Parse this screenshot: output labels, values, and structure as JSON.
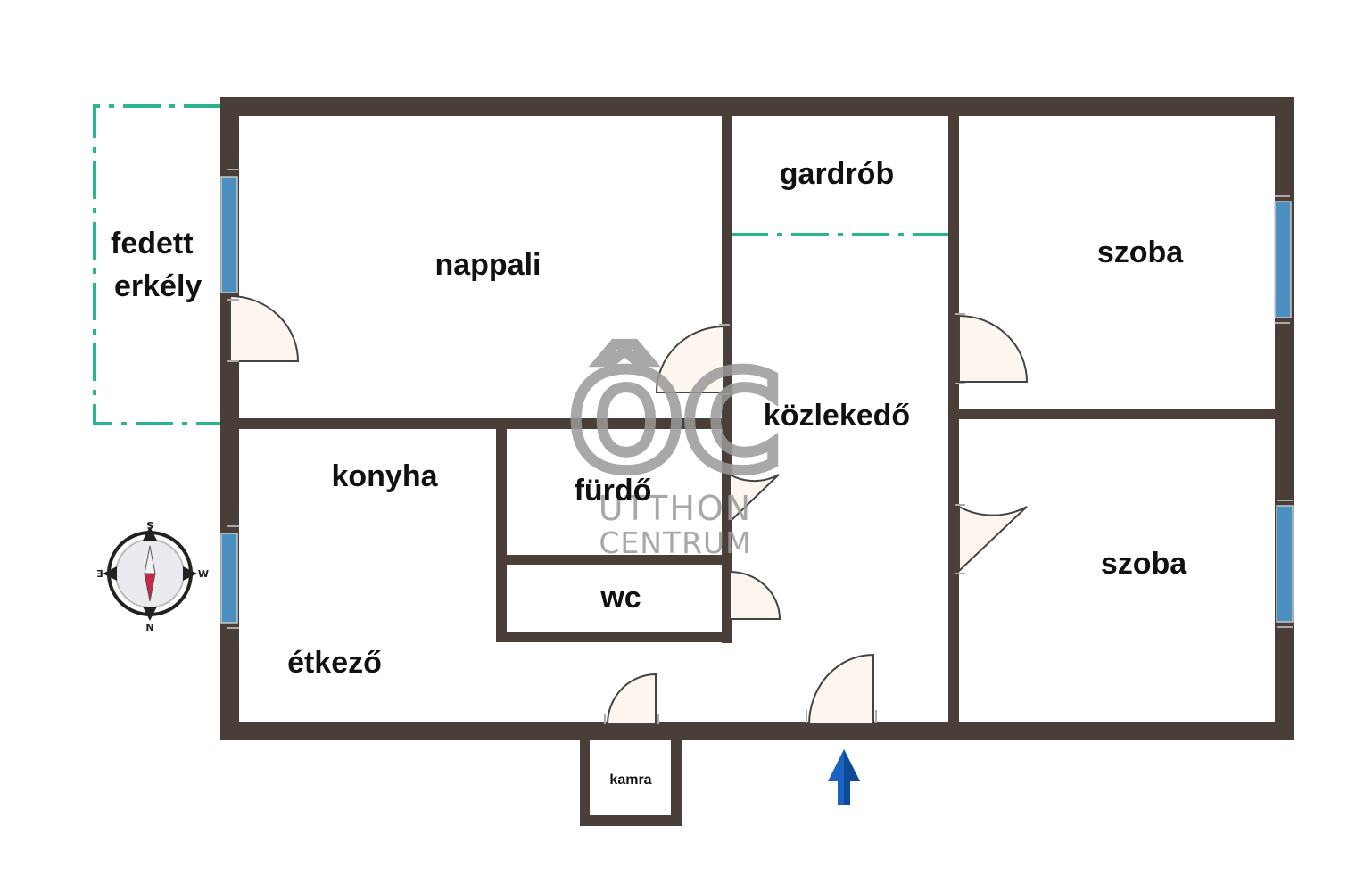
{
  "rooms": {
    "fedett_erkely_line1": "fedett",
    "fedett_erkely_line2": "erkély",
    "nappali": "nappali",
    "gardrob": "gardrób",
    "kozlekedo": "közlekedő",
    "szoba_upper": "szoba",
    "szoba_lower": "szoba",
    "konyha": "konyha",
    "etkezo": "étkező",
    "furdo": "fürdő",
    "wc": "wc",
    "kamra": "kamra"
  },
  "compass": {
    "north": "N",
    "south": "S",
    "east": "E",
    "west": "W"
  },
  "watermark": {
    "logo": "ÔC",
    "line1": "UTTHON",
    "line2": "CENTRUM"
  },
  "colors": {
    "wall": "#4a3e38",
    "window": "#4a90c0",
    "balcony": "#2bb58f",
    "door_fill": "#fdf6ee",
    "entrance_arrow": "#1a64c0",
    "compass_needle": "#c8284a"
  }
}
